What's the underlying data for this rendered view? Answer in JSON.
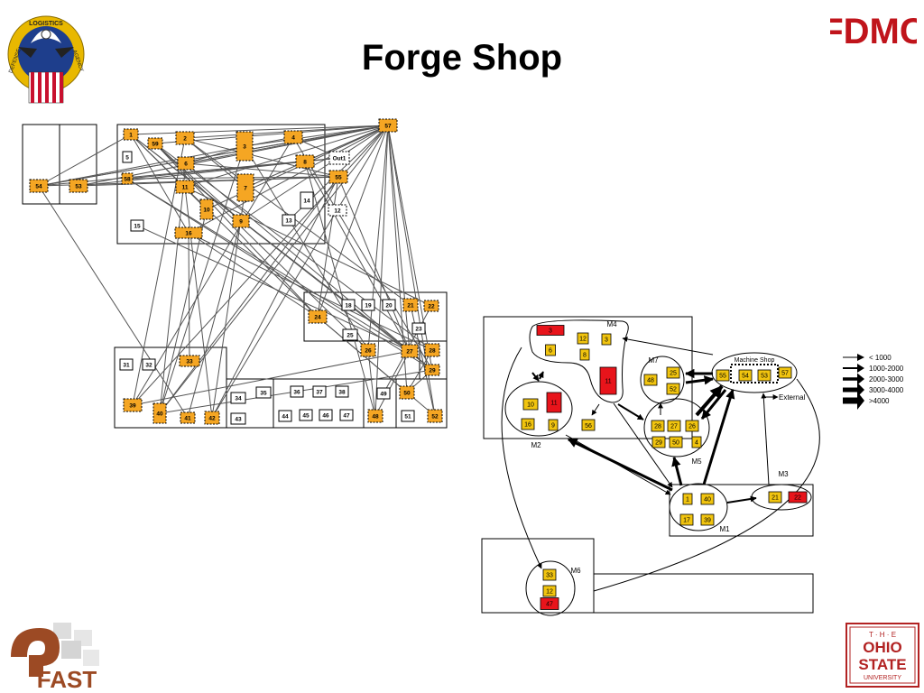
{
  "slide": {
    "title": "Forge Shop",
    "logos": {
      "top_left_seal": {
        "text_top": "LOGISTICS",
        "text_left": "DEFENSE",
        "text_right": "AGENCY"
      },
      "top_right": "FDMC",
      "bottom_left": "FAST",
      "bottom_right": [
        "T · H · E",
        "OHIO",
        "STATE",
        "UNIVERSITY"
      ]
    }
  },
  "colors": {
    "orange": "#F5A623",
    "yellow": "#F1C40F",
    "red": "#E8141B",
    "line": "#555555"
  },
  "left_diagram": {
    "departments": [
      {
        "id": "54"
      },
      {
        "id": "53"
      },
      {
        "id": "1"
      },
      {
        "id": "59"
      },
      {
        "id": "2"
      },
      {
        "id": "3"
      },
      {
        "id": "4"
      },
      {
        "id": "5"
      },
      {
        "id": "6"
      },
      {
        "id": "8"
      },
      {
        "id": "7"
      },
      {
        "id": "Out1"
      },
      {
        "id": "58"
      },
      {
        "id": "55"
      },
      {
        "id": "11"
      },
      {
        "id": "14"
      },
      {
        "id": "10"
      },
      {
        "id": "12"
      },
      {
        "id": "9"
      },
      {
        "id": "13"
      },
      {
        "id": "15"
      },
      {
        "id": "16"
      },
      {
        "id": "57"
      },
      {
        "id": "18"
      },
      {
        "id": "19"
      },
      {
        "id": "20"
      },
      {
        "id": "21"
      },
      {
        "id": "22"
      },
      {
        "id": "23"
      },
      {
        "id": "24"
      },
      {
        "id": "25"
      },
      {
        "id": "26"
      },
      {
        "id": "27"
      },
      {
        "id": "28"
      },
      {
        "id": "29"
      },
      {
        "id": "31"
      },
      {
        "id": "32"
      },
      {
        "id": "33"
      },
      {
        "id": "39"
      },
      {
        "id": "40"
      },
      {
        "id": "41"
      },
      {
        "id": "42"
      },
      {
        "id": "34"
      },
      {
        "id": "35"
      },
      {
        "id": "36"
      },
      {
        "id": "37"
      },
      {
        "id": "38"
      },
      {
        "id": "43"
      },
      {
        "id": "44"
      },
      {
        "id": "45"
      },
      {
        "id": "46"
      },
      {
        "id": "47"
      },
      {
        "id": "49"
      },
      {
        "id": "50"
      },
      {
        "id": "48"
      },
      {
        "id": "51"
      },
      {
        "id": "52"
      }
    ]
  },
  "right_diagram": {
    "cells": [
      {
        "label": "M4",
        "departments": [
          "3",
          "12",
          "3",
          "6",
          "8",
          "11"
        ]
      },
      {
        "label": "M2",
        "departments": [
          "10",
          "11",
          "16",
          "9"
        ]
      },
      {
        "label": "M7",
        "departments": [
          "48",
          "25",
          "52"
        ]
      },
      {
        "label": "M5",
        "departments": [
          "28",
          "27",
          "26",
          "29",
          "50",
          "4"
        ]
      },
      {
        "label": "Machine Shop",
        "departments": [
          "55",
          "54",
          "53",
          "57"
        ]
      },
      {
        "label": "M1",
        "departments": [
          "1",
          "40",
          "17",
          "39"
        ]
      },
      {
        "label": "M3",
        "departments": [
          "21",
          "22"
        ]
      },
      {
        "label": "M6",
        "departments": [
          "33",
          "12",
          "47"
        ]
      }
    ],
    "extra_labels": {
      "dept_56": "56",
      "external": "External"
    },
    "legend": [
      {
        "label": "< 1000"
      },
      {
        "label": "1000-2000"
      },
      {
        "label": "2000-3000"
      },
      {
        "label": "3000-4000"
      },
      {
        "label": ">4000"
      }
    ]
  }
}
